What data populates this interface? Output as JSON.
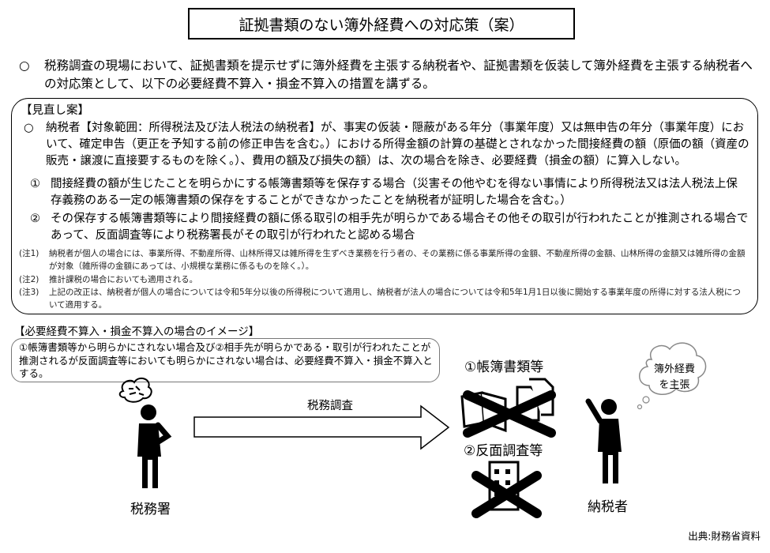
{
  "title": "証拠書類のない簿外経費への対応策（案）",
  "intro": {
    "mark": "○",
    "text": "税務調査の現場において、証拠書類を提示せずに簿外経費を主張する納税者や、証拠書類を仮装して簿外経費を主張する納税者への対応策として、以下の必要経費不算入・損金不算入の措置を講ずる。"
  },
  "review": {
    "heading": "【見直し案】",
    "mark": "○",
    "main": "納税者【対象範囲：所得税法及び法人税法の納税者】が、事実の仮装・隠蔽がある年分（事業年度）又は無申告の年分（事業年度）において、確定申告（更正を予知する前の修正申告を含む。）における所得金額の計算の基礎とされなかった間接経費の額（原価の額（資産の販売・譲渡に直接要するものを除く。）、費用の額及び損失の額）は、次の場合を除き、必要経費（損金の額）に算入しない。",
    "item1_num": "①",
    "item1": "間接経費の額が生じたことを明らかにする帳簿書類等を保存する場合（災害その他やむを得ない事情により所得税法又は法人税法上保存義務のある一定の帳簿書類の保存をすることができなかったことを納税者が証明した場合を含む。）",
    "item2_num": "②",
    "item2": "その保存する帳簿書類等により間接経費の額に係る取引の相手先が明らかである場合その他その取引が行われたことが推測される場合であって、反面調査等により税務署長がその取引が行われたと認める場合",
    "notes": [
      {
        "label": "(注1)",
        "text": "納税者が個人の場合には、事業所得、不動産所得、山林所得又は雑所得を生ずべき業務を行う者の、その業務に係る事業所得の金額、不動産所得の金額、山林所得の金額又は雑所得の金額が対象（雑所得の金額にあっては、小規模な業務に係るものを除く。）。"
      },
      {
        "label": "(注2)",
        "text": "推計課税の場合においても適用される。"
      },
      {
        "label": "(注3)",
        "text": "上記の改正は、納税者が個人の場合については令和5年分以後の所得税について適用し、納税者が法人の場合については令和5年1月1日以後に開始する事業年度の所得に対する法人税について適用する。"
      }
    ]
  },
  "image": {
    "heading": "【必要経費不算入・損金不算入の場合のイメージ】",
    "bubble": "①帳簿書類等から明らかにされない場合及び②相手先が明らかである・取引が行われたことが推測されるが反面調査等においても明らかにされない場合は、必要経費不算入・損金不算入とする。",
    "arrow_label": "税務調査",
    "tax_office": "税務署",
    "taxpayer": "納税者",
    "books": "①帳簿書類等",
    "counter": "②反面調査等",
    "thought": "簿外経費を主張"
  },
  "source": "出典:財務省資料"
}
